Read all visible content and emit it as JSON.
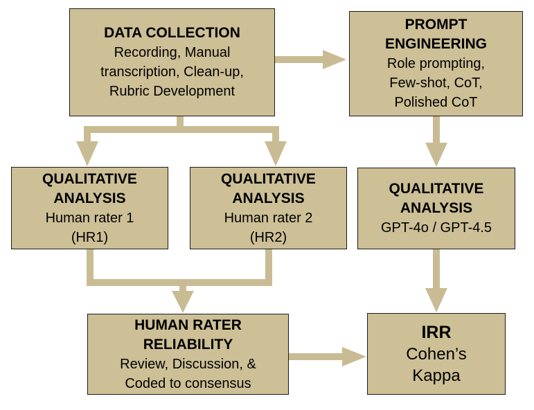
{
  "colors": {
    "box_fill": "#cdbf96",
    "box_border": "#1a1a1a",
    "arrow": "#c9bc94",
    "text": "#000000"
  },
  "nodes": {
    "data_collection": {
      "title": "DATA COLLECTION",
      "lines": [
        "Recording, Manual",
        "transcription, Clean-up,",
        "Rubric Development"
      ]
    },
    "prompt_engineering": {
      "title_lines": [
        "PROMPT",
        "ENGINEERING"
      ],
      "lines": [
        "Role prompting,",
        "Few-shot, CoT,",
        "Polished CoT"
      ]
    },
    "qa_hr1": {
      "title_lines": [
        "QUALITATIVE",
        "ANALYSIS"
      ],
      "lines": [
        "Human rater 1",
        "(HR1)"
      ]
    },
    "qa_hr2": {
      "title_lines": [
        "QUALITATIVE",
        "ANALYSIS"
      ],
      "lines": [
        "Human rater 2",
        "(HR2)"
      ]
    },
    "qa_gpt": {
      "title_lines": [
        "QUALITATIVE",
        "ANALYSIS"
      ],
      "lines": [
        "GPT-4o / GPT-4.5"
      ]
    },
    "human_reliability": {
      "title_lines": [
        "HUMAN RATER",
        "RELIABILITY"
      ],
      "lines": [
        "Review, Discussion, &",
        "Coded to consensus"
      ]
    },
    "irr": {
      "title": "IRR",
      "lines": [
        "Cohen’s",
        "Kappa"
      ]
    }
  }
}
